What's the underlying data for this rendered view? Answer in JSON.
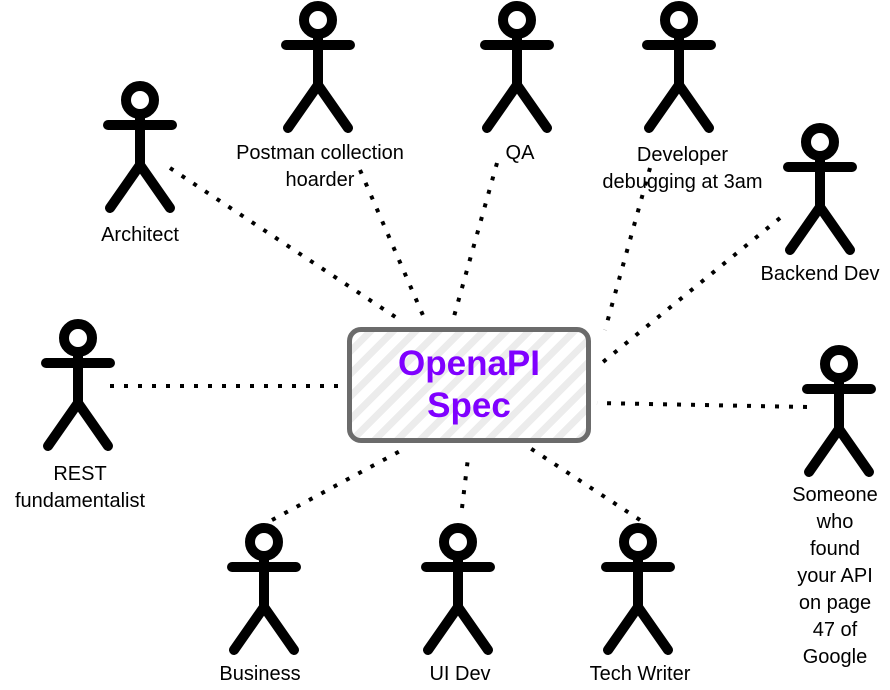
{
  "diagram": {
    "hub": {
      "title": "OpenaPI\nSpec",
      "text_color": "#7f00ff",
      "border_color": "#6b6b6b"
    },
    "connector_style": "dotted",
    "actors": [
      {
        "id": "architect",
        "label": "Architect"
      },
      {
        "id": "postman",
        "label": "Postman collection\nhoarder"
      },
      {
        "id": "qa",
        "label": "QA"
      },
      {
        "id": "developer",
        "label": "Developer\ndebugging at 3am"
      },
      {
        "id": "backend",
        "label": "Backend Dev"
      },
      {
        "id": "rest",
        "label": "REST\nfundamentalist"
      },
      {
        "id": "google",
        "label": "Someone\nwho\nfound\nyour API\non page\n47 of\nGoogle"
      },
      {
        "id": "business",
        "label": "Business"
      },
      {
        "id": "uidev",
        "label": "UI Dev"
      },
      {
        "id": "techwriter",
        "label": "Tech Writer"
      }
    ]
  }
}
